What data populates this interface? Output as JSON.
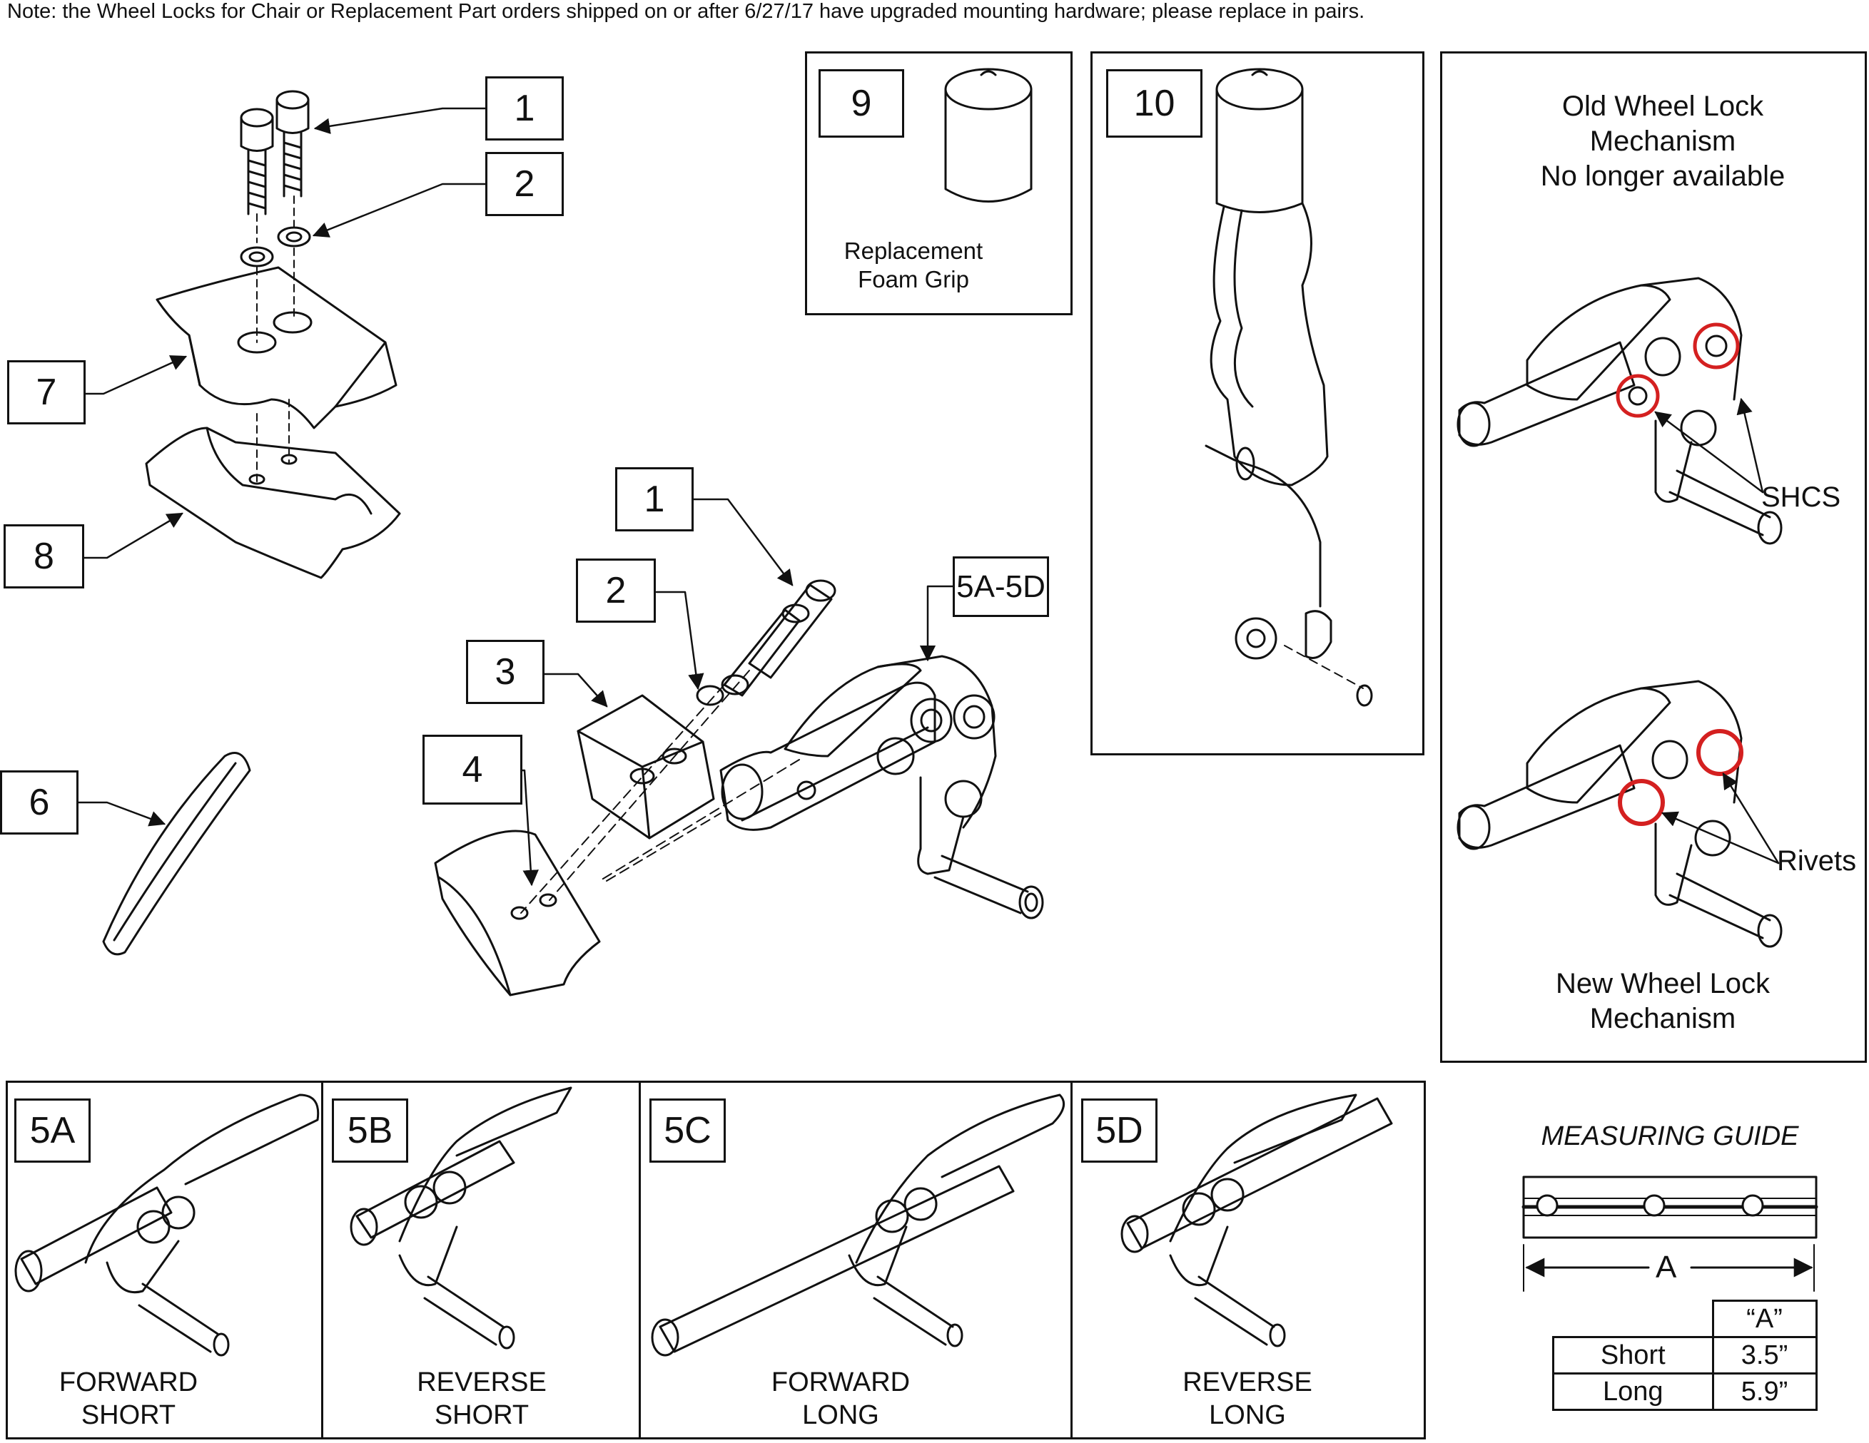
{
  "note": "Note: the Wheel Locks for Chair or Replacement Part orders shipped on or after 6/27/17 have upgraded mounting hardware; please replace in pairs.",
  "callouts": {
    "c1_top": "1",
    "c2_top": "2",
    "c7": "7",
    "c8": "8",
    "c6": "6",
    "c1_mid": "1",
    "c2_mid": "2",
    "c3": "3",
    "c4": "4",
    "c5a5d": "5A-5D",
    "c9": "9",
    "c10": "10"
  },
  "grip": {
    "label_line1": "Replacement",
    "label_line2": "Foam Grip"
  },
  "old_mechanism": {
    "title_line1": "Old Wheel Lock",
    "title_line2": "Mechanism",
    "title_line3": "No longer available",
    "pointer": "SHCS"
  },
  "new_mechanism": {
    "title_line1": "New Wheel Lock",
    "title_line2": "Mechanism",
    "pointer": "Rivets"
  },
  "variants": [
    {
      "code": "5A",
      "line1": "FORWARD",
      "line2": "SHORT"
    },
    {
      "code": "5B",
      "line1": "REVERSE",
      "line2": "SHORT"
    },
    {
      "code": "5C",
      "line1": "FORWARD",
      "line2": "LONG"
    },
    {
      "code": "5D",
      "line1": "REVERSE",
      "line2": "LONG"
    }
  ],
  "measuring_guide": {
    "title": "MEASURING GUIDE",
    "dimension": "A",
    "header": "“A”",
    "rows": [
      {
        "name": "Short",
        "value": "3.5”"
      },
      {
        "name": "Long",
        "value": "5.9”"
      }
    ]
  },
  "colors": {
    "line": "#111111",
    "highlight": "#d42020"
  }
}
